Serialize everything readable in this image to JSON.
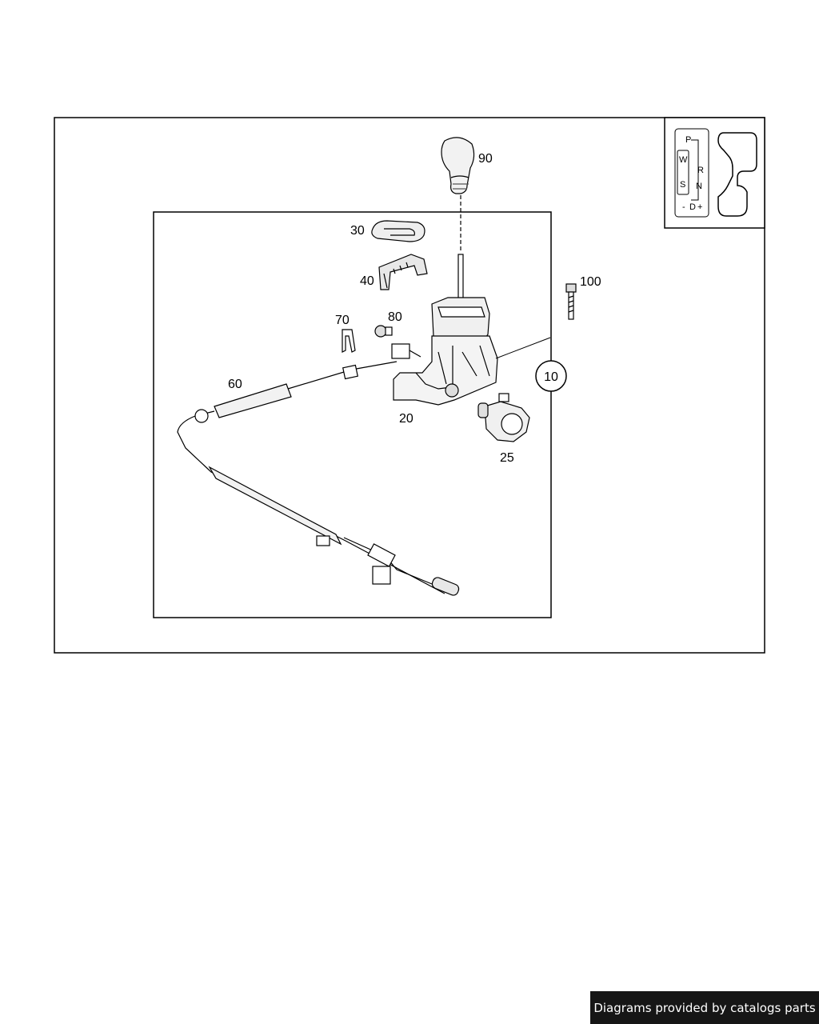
{
  "diagram": {
    "part_numbers": {
      "p90": "90",
      "p30": "30",
      "p40": "40",
      "p100": "100",
      "p70": "70",
      "p80": "80",
      "p60": "60",
      "p20": "20",
      "p25": "25",
      "p10": "10"
    },
    "inset_pattern": {
      "P": "P",
      "R": "R",
      "N": "N",
      "D": "D",
      "W": "W",
      "S": "S",
      "minus": "-",
      "plus": "+"
    }
  },
  "footer": {
    "text": "Diagrams provided by catalogs parts"
  }
}
